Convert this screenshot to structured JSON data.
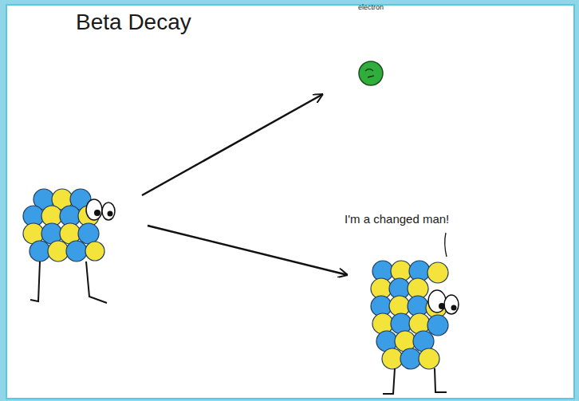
{
  "diagram": {
    "title": "Beta Decay",
    "nodes": [
      {
        "text": [
          "electron"
        ]
      }
    ],
    "labels": [
      "I'm a changed man!"
    ]
  }
}
